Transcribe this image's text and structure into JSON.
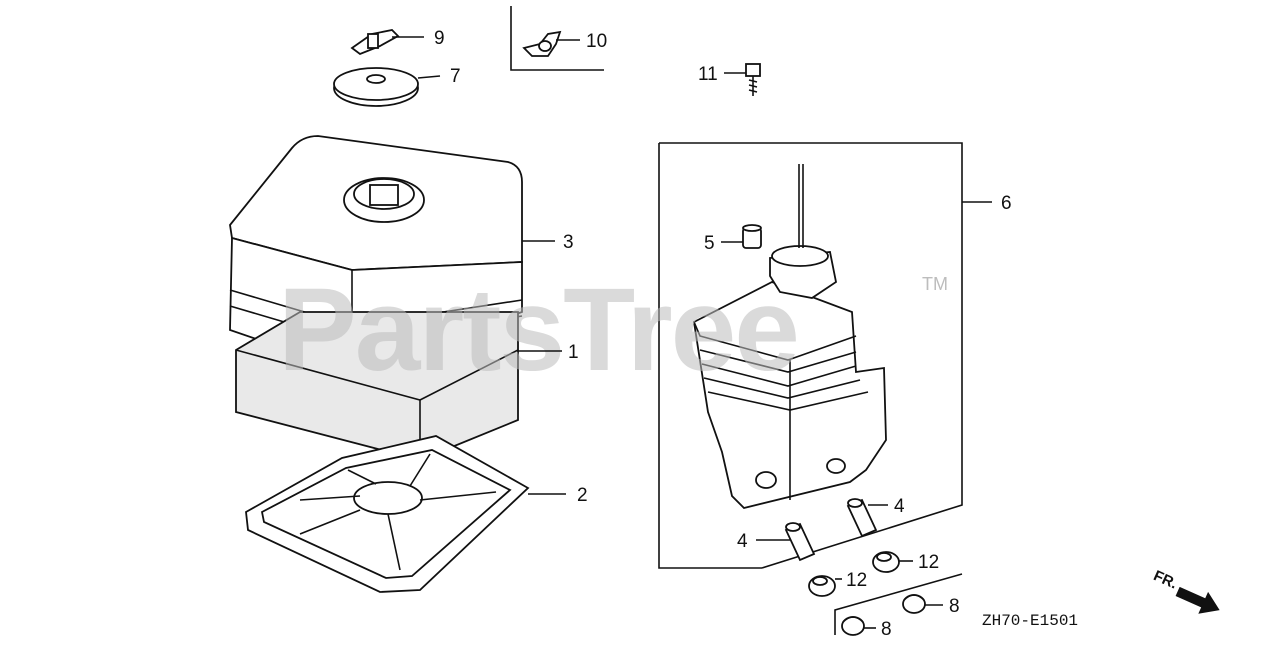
{
  "watermark": {
    "text": "PartsTree",
    "tm": "TM"
  },
  "diagram_code": "ZH70-E1501",
  "direction_label": "FR.",
  "callouts": {
    "c1": "1",
    "c2": "2",
    "c3": "3",
    "c4a": "4",
    "c4b": "4",
    "c5": "5",
    "c6": "6",
    "c7": "7",
    "c8a": "8",
    "c8b": "8",
    "c9": "9",
    "c10": "10",
    "c11": "11",
    "c12a": "12",
    "c12b": "12"
  }
}
